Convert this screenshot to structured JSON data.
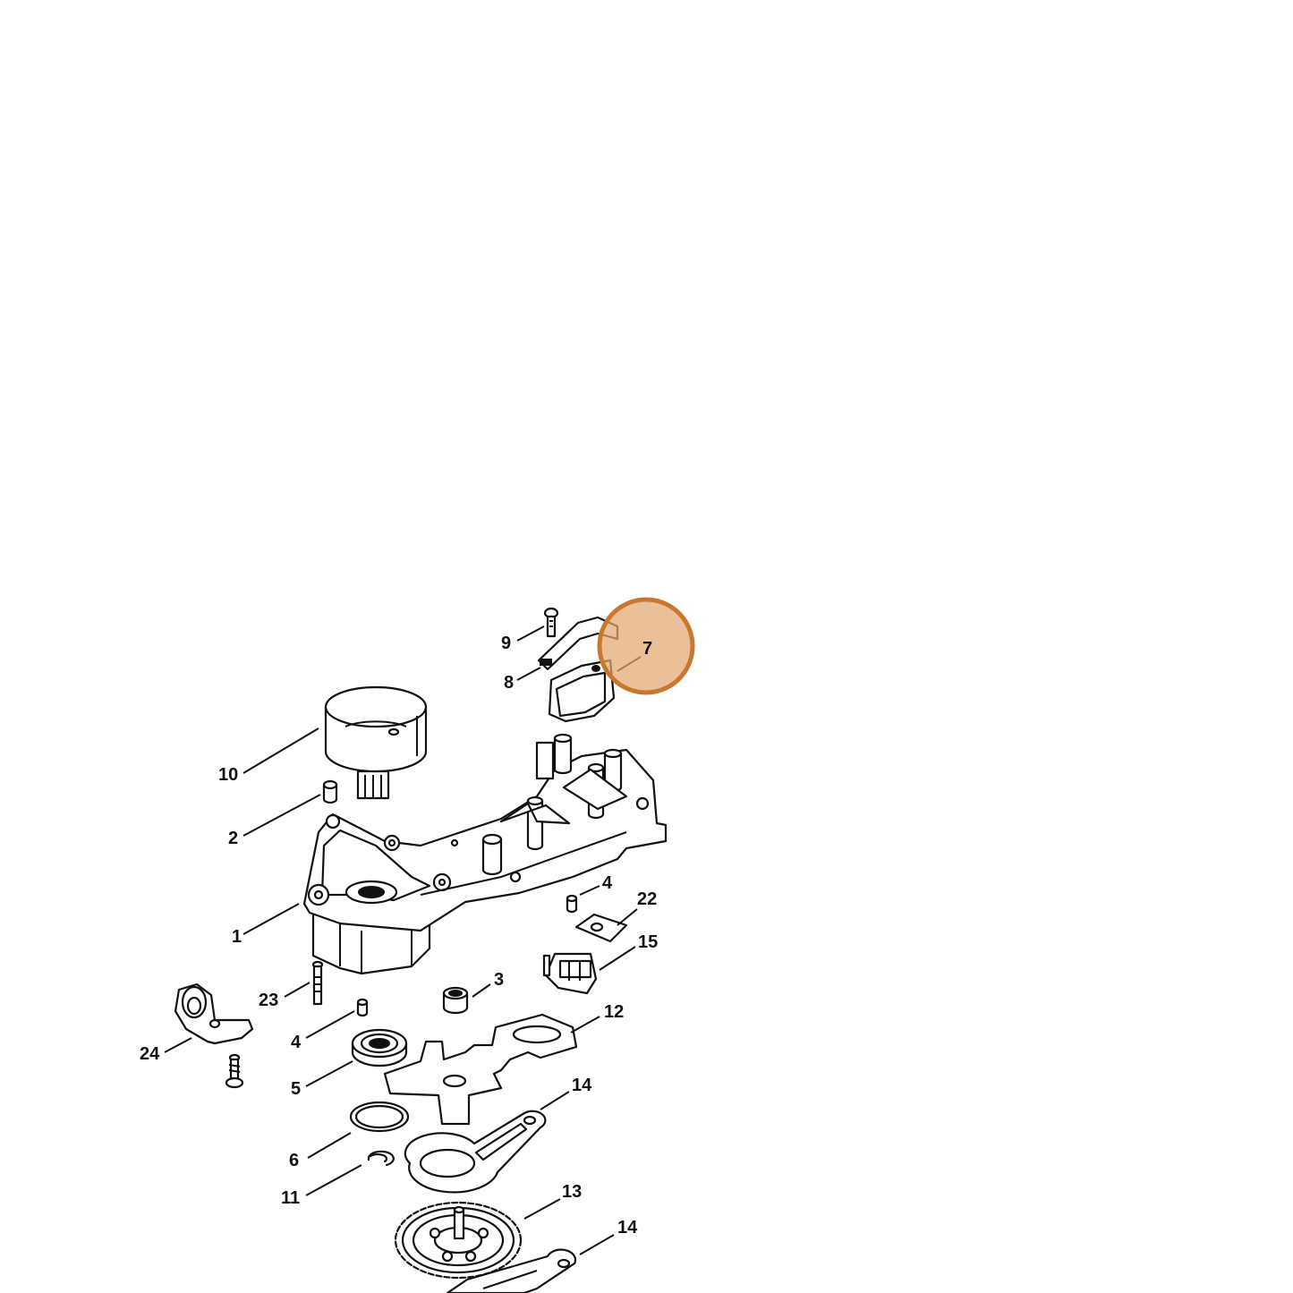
{
  "diagram": {
    "highlight_color": "#e0a872",
    "highlight_ring_color": "#c7772e",
    "highlighted_part": "7",
    "callouts": [
      {
        "id": "c9",
        "label": "9"
      },
      {
        "id": "c8",
        "label": "8"
      },
      {
        "id": "c7",
        "label": "7"
      },
      {
        "id": "c10",
        "label": "10"
      },
      {
        "id": "c2",
        "label": "2"
      },
      {
        "id": "c1",
        "label": "1"
      },
      {
        "id": "c4a",
        "label": "4"
      },
      {
        "id": "c22",
        "label": "22"
      },
      {
        "id": "c15",
        "label": "15"
      },
      {
        "id": "c3",
        "label": "3"
      },
      {
        "id": "c23",
        "label": "23"
      },
      {
        "id": "c4b",
        "label": "4"
      },
      {
        "id": "c12",
        "label": "12"
      },
      {
        "id": "c24",
        "label": "24"
      },
      {
        "id": "c5",
        "label": "5"
      },
      {
        "id": "c14a",
        "label": "14"
      },
      {
        "id": "c6",
        "label": "6"
      },
      {
        "id": "c11",
        "label": "11"
      },
      {
        "id": "c13",
        "label": "13"
      },
      {
        "id": "c14b",
        "label": "14"
      }
    ]
  }
}
